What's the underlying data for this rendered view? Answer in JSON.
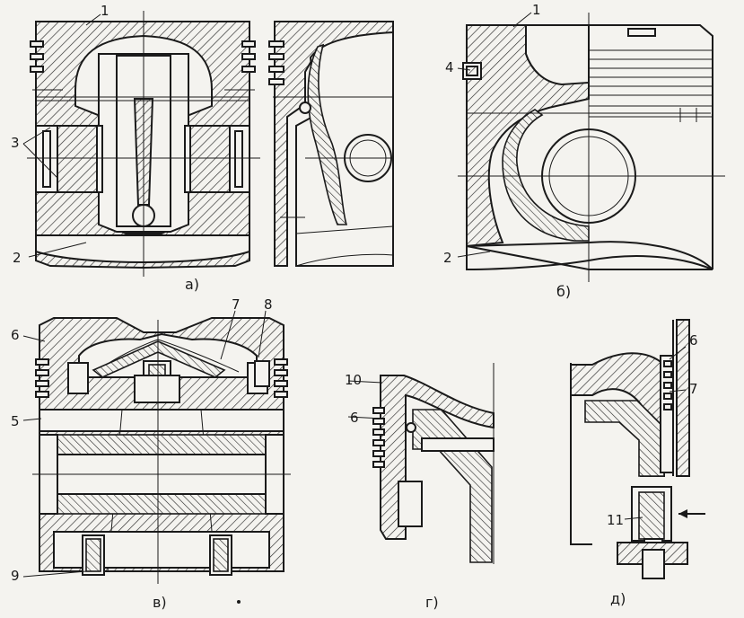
{
  "labels": {
    "l1a": "1",
    "l2a": "2",
    "l3a": "3",
    "l1b": "1",
    "l4b": "4",
    "l2b": "2",
    "l6c": "6",
    "l7c": "7",
    "l8c": "8",
    "l5c": "5",
    "l9c": "9",
    "l10d": "10",
    "l6d": "6",
    "l6e": "6",
    "l7e": "7",
    "l11e": "11"
  },
  "captions": {
    "a": "а)",
    "b": "б)",
    "v": "в)",
    "g": "г)",
    "d": "д)"
  }
}
